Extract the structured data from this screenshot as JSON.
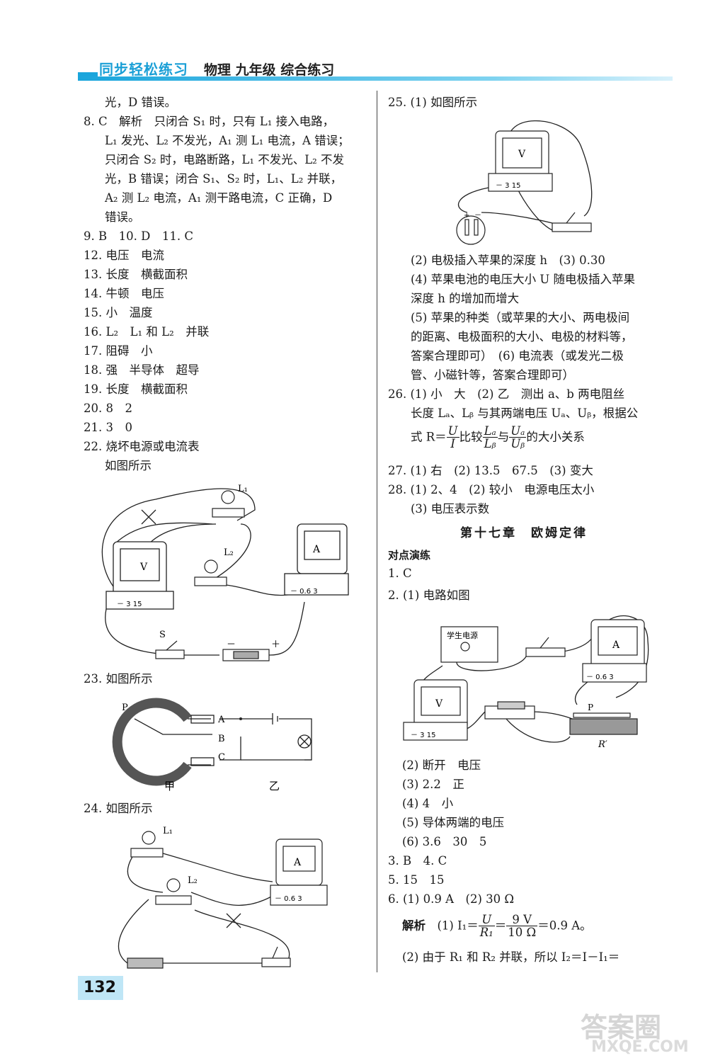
{
  "header": {
    "series": "同步轻松练习",
    "subject": "物理 九年级 综合练习"
  },
  "page_number": "132",
  "left": {
    "l0": "光，D 错误。",
    "q8": [
      "8. C　解析　只闭合 S₁ 时，只有 L₁ 接入电路，",
      "L₁ 发光、L₂ 不发光，A₁ 测 L₁ 电流，A 错误；",
      "只闭合 S₂ 时，电路断路，L₁ 不发光、L₂ 不发",
      "光，B 错误；闭合 S₁、S₂ 时，L₁、L₂ 并联，",
      "A₂ 测 L₂ 电流，A₁ 测干路电流，C 正确，D",
      "错误。"
    ],
    "q9": "9. B　10. D　11. C",
    "q12": "12. 电压　电流",
    "q13": "13. 长度　横截面积",
    "q14": "14. 牛顿　电压",
    "q15": "15. 小　温度",
    "q16": "16. L₂　L₁ 和 L₂　并联",
    "q17": "17. 阻碍　小",
    "q18": "18. 强　半导体　超导",
    "q19": "19. 长度　横截面积",
    "q20": "20. 8　2",
    "q21": "21. 3　0",
    "q22a": "22. 烧坏电源或电流表",
    "q22b": "如图所示",
    "q23": "23. 如图所示",
    "q24": "24. 如图所示",
    "fig22": {
      "L1": "L₁",
      "L2": "L₂",
      "V": "V",
      "A": "A",
      "S": "S",
      "vscale": "－ 3 15",
      "ascale": "－ 0.6 3",
      "minus": "－",
      "plus": "＋"
    },
    "fig23": {
      "P": "P",
      "A": "A",
      "B": "B",
      "C": "C",
      "jia": "甲",
      "yi": "乙"
    },
    "fig24": {
      "L1": "L₁",
      "L2": "L₂",
      "A": "A",
      "ascale": "－ 0.6 3"
    }
  },
  "right": {
    "q25": "25. (1) 如图所示",
    "q25b": [
      "(2) 电极插入苹果的深度 h　(3) 0.30",
      "(4) 苹果电池的电压大小 U 随电极插入苹果",
      "深度 h 的增加而增大",
      "(5) 苹果的种类（或苹果的大小、两电极间",
      "的距离、电极面积的大小、电极的材料等，",
      "答案合理即可）　(6) 电流表（或发光二极",
      "管、小磁针等，答案合理即可）"
    ],
    "q26": [
      "26. (1) 小　大　(2) 乙　测出 a、b 两电阻丝",
      "长度 Lₐ、Lᵦ 与其两端电压 Uₐ、Uᵦ，根据公"
    ],
    "q26c_pre": "式 R＝",
    "q26c_mid": "比较",
    "q26c_and": "与",
    "q26c_post": "的大小关系",
    "q27": "27. (1) 右　(2) 13.5　67.5　(3) 变大",
    "q28": "28. (1) 2、4　(2) 较小　电源电压太小",
    "q28b": "(3) 电压表示数",
    "chapter": "第十七章　欧姆定律",
    "section": "对点演练",
    "a1": "1. C",
    "a2": "2. (1) 电路如图",
    "a2b": [
      "(2) 断开　电压",
      "(3) 2.2　正",
      "(4) 4　小",
      "(5) 导体两端的电压",
      "(6) 3.6　30　5"
    ],
    "a3": "3. B　4. C",
    "a5": "5. 15　15",
    "a6": "6. (1) 0.9 A　(2) 30 Ω",
    "a6_label": "解析",
    "a6_pre": "(1) I₁＝",
    "a6_post": "＝0.9 A。",
    "a6b": "(2) 由于 R₁ 和 R₂ 并联，所以 I₂＝I－I₁＝",
    "fig25": {
      "V": "V",
      "scale": "－ 3 15",
      "plus": "+",
      "minus": "－"
    },
    "fig2": {
      "supply": "学生电源",
      "V": "V",
      "A": "A",
      "P": "P",
      "R": "R′",
      "vscale": "－ 3 15",
      "ascale": "－ 0.6 3"
    },
    "frac": {
      "U": "U",
      "I": "I",
      "La": "Lₐ",
      "Lb": "Lᵦ",
      "Ua": "Uₐ",
      "Ub": "Uᵦ",
      "R1": "R₁",
      "nineV": "9 V",
      "tenO": "10 Ω"
    }
  },
  "watermark": {
    "big": "答案圈",
    "small": "MXQE.COM"
  }
}
